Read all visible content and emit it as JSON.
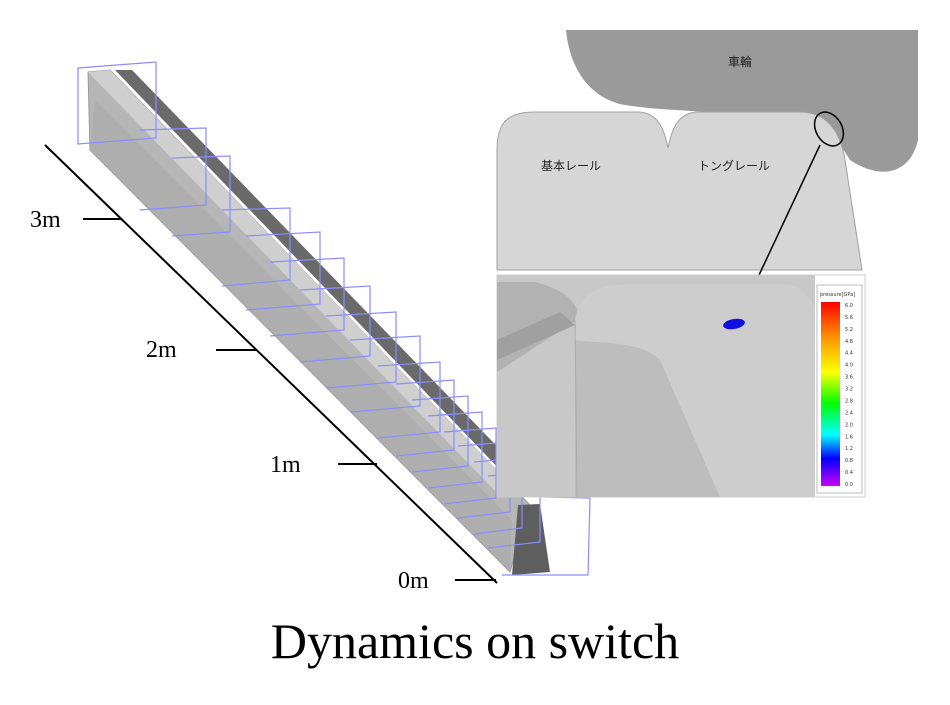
{
  "figure": {
    "caption": "Dynamics on switch",
    "scale_labels": [
      "3m",
      "2m",
      "1m",
      "0m"
    ],
    "cross_section": {
      "wheel_label": "車輪",
      "stock_rail_label": "基本レール",
      "tongue_rail_label": "トングレール"
    },
    "colorbar": {
      "title": "pressure[GPa]",
      "ticks": [
        "6.0",
        "5.6",
        "5.2",
        "4.8",
        "4.4",
        "4.0",
        "3.6",
        "3.2",
        "2.8",
        "2.4",
        "2.0",
        "1.6",
        "1.2",
        "0.8",
        "0.4",
        "0.0"
      ]
    },
    "colors": {
      "rail_gray": "#b4b4b4",
      "rail_dark": "#646464",
      "section_line": "#8c8cff",
      "contact_patch": "#1010e0"
    }
  }
}
